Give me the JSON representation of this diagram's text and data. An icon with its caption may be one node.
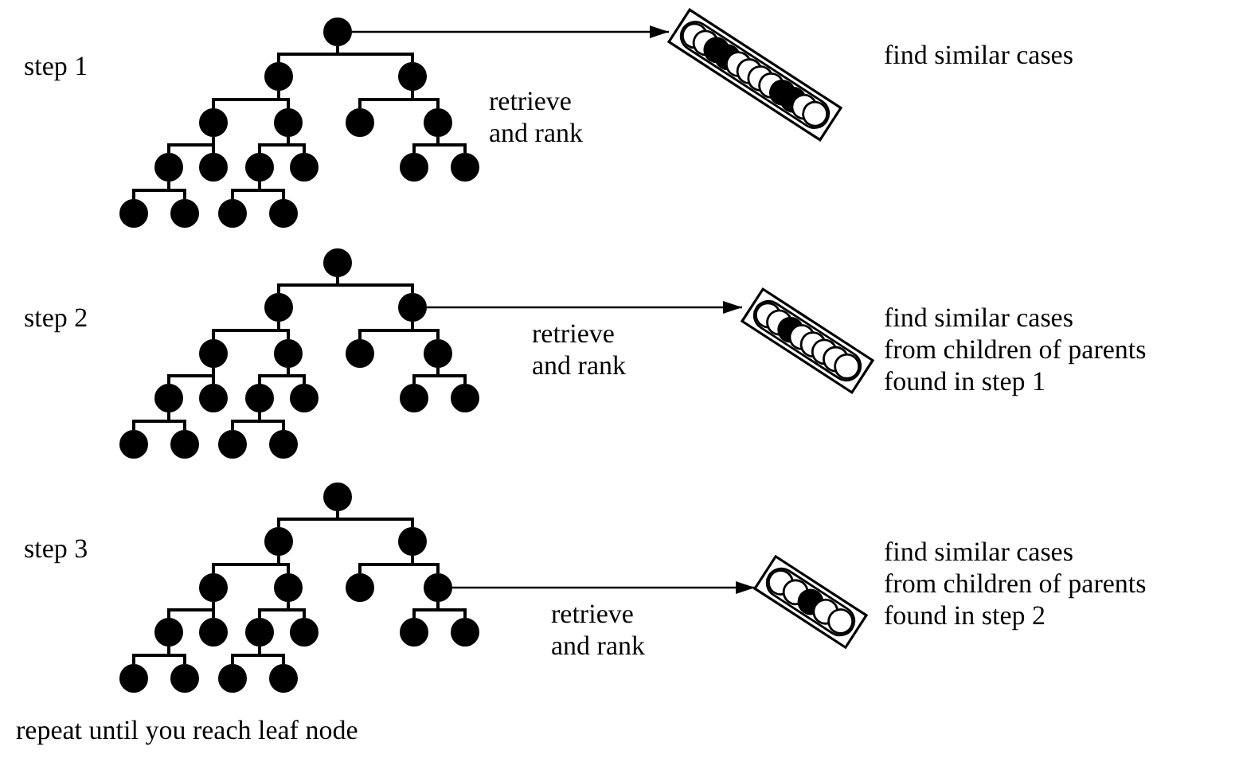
{
  "diagram": {
    "nodes": [
      {
        "text": [],
        "shape": "circle"
      },
      {
        "text": [],
        "shape": "circle"
      },
      {
        "text": [],
        "shape": "circle"
      },
      {
        "text": [],
        "shape": "circle"
      },
      {
        "text": [],
        "shape": "circle"
      },
      {
        "text": [],
        "shape": "circle"
      },
      {
        "text": [],
        "shape": "circle"
      },
      {
        "text": [],
        "shape": "circle"
      },
      {
        "text": [],
        "shape": "circle"
      },
      {
        "text": [],
        "shape": "circle"
      },
      {
        "text": [],
        "shape": "circle"
      },
      {
        "text": [],
        "shape": "circle"
      },
      {
        "text": [],
        "shape": "circle"
      },
      {
        "text": [],
        "shape": "circle"
      },
      {
        "text": [],
        "shape": "circle"
      },
      {
        "text": [],
        "shape": "circle"
      },
      {
        "text": [],
        "shape": "circle"
      },
      {
        "text": [],
        "shape": "box",
        "beside": [
          "find similar cases"
        ]
      },
      {
        "text": [],
        "shape": "circle"
      },
      {
        "text": [],
        "shape": "circle"
      },
      {
        "text": [],
        "shape": "circle"
      },
      {
        "text": [],
        "shape": "circle"
      },
      {
        "text": [],
        "shape": "circle"
      },
      {
        "text": [],
        "shape": "circle"
      },
      {
        "text": [],
        "shape": "circle"
      },
      {
        "text": [],
        "shape": "circle"
      },
      {
        "text": [],
        "shape": "circle"
      },
      {
        "text": [],
        "shape": "circle"
      },
      {
        "text": [],
        "shape": "circle"
      },
      {
        "text": [],
        "shape": "circle"
      },
      {
        "text": [],
        "shape": "circle"
      },
      {
        "text": [],
        "shape": "circle"
      },
      {
        "text": [],
        "shape": "circle"
      },
      {
        "text": [],
        "shape": "circle"
      },
      {
        "text": [],
        "shape": "circle"
      },
      {
        "text": [],
        "shape": "box",
        "beside": [
          "find similar cases",
          "from children of parents",
          "found in step 1"
        ]
      },
      {
        "text": [],
        "shape": "circle"
      },
      {
        "text": [],
        "shape": "circle"
      },
      {
        "text": [],
        "shape": "circle"
      },
      {
        "text": [],
        "shape": "circle"
      },
      {
        "text": [],
        "shape": "circle"
      },
      {
        "text": [],
        "shape": "circle"
      },
      {
        "text": [],
        "shape": "circle"
      },
      {
        "text": [],
        "shape": "circle"
      },
      {
        "text": [],
        "shape": "circle"
      },
      {
        "text": [],
        "shape": "circle"
      },
      {
        "text": [],
        "shape": "circle"
      },
      {
        "text": [],
        "shape": "circle"
      },
      {
        "text": [],
        "shape": "circle"
      },
      {
        "text": [],
        "shape": "circle"
      },
      {
        "text": [],
        "shape": "circle"
      },
      {
        "text": [],
        "shape": "circle"
      },
      {
        "text": [],
        "shape": "circle"
      },
      {
        "text": [],
        "shape": "box",
        "beside": [
          "find similar cases",
          "from children of parents",
          "found in step 2"
        ]
      }
    ],
    "edges": [
      {
        "from": 0,
        "to": 1,
        "arrow": "none"
      },
      {
        "from": 0,
        "to": 2,
        "arrow": "none"
      },
      {
        "from": 1,
        "to": 3,
        "arrow": "none"
      },
      {
        "from": 1,
        "to": 4,
        "arrow": "none"
      },
      {
        "from": 2,
        "to": 5,
        "arrow": "none"
      },
      {
        "from": 2,
        "to": 6,
        "arrow": "none"
      },
      {
        "from": 3,
        "to": 7,
        "arrow": "none"
      },
      {
        "from": 3,
        "to": 8,
        "arrow": "none"
      },
      {
        "from": 4,
        "to": 9,
        "arrow": "none"
      },
      {
        "from": 4,
        "to": 10,
        "arrow": "none"
      },
      {
        "from": 6,
        "to": 11,
        "arrow": "none"
      },
      {
        "from": 6,
        "to": 12,
        "arrow": "none"
      },
      {
        "from": 7,
        "to": 13,
        "arrow": "none"
      },
      {
        "from": 7,
        "to": 14,
        "arrow": "none"
      },
      {
        "from": 9,
        "to": 15,
        "arrow": "none"
      },
      {
        "from": 9,
        "to": 16,
        "arrow": "none"
      },
      {
        "from": 0,
        "to": 17,
        "arrow": "to",
        "label": "retrieve and rank"
      },
      {
        "from": 18,
        "to": 19,
        "arrow": "none"
      },
      {
        "from": 18,
        "to": 20,
        "arrow": "none"
      },
      {
        "from": 19,
        "to": 21,
        "arrow": "none"
      },
      {
        "from": 19,
        "to": 22,
        "arrow": "none"
      },
      {
        "from": 20,
        "to": 23,
        "arrow": "none"
      },
      {
        "from": 20,
        "to": 24,
        "arrow": "none"
      },
      {
        "from": 21,
        "to": 25,
        "arrow": "none"
      },
      {
        "from": 21,
        "to": 26,
        "arrow": "none"
      },
      {
        "from": 22,
        "to": 27,
        "arrow": "none"
      },
      {
        "from": 22,
        "to": 28,
        "arrow": "none"
      },
      {
        "from": 24,
        "to": 29,
        "arrow": "none"
      },
      {
        "from": 24,
        "to": 30,
        "arrow": "none"
      },
      {
        "from": 25,
        "to": 31,
        "arrow": "none"
      },
      {
        "from": 25,
        "to": 32,
        "arrow": "none"
      },
      {
        "from": 27,
        "to": 33,
        "arrow": "none"
      },
      {
        "from": 27,
        "to": 34,
        "arrow": "none"
      },
      {
        "from": 20,
        "to": 35,
        "arrow": "to",
        "label": "retrieve and rank"
      },
      {
        "from": 36,
        "to": 37,
        "arrow": "none"
      },
      {
        "from": 36,
        "to": 38,
        "arrow": "none"
      },
      {
        "from": 37,
        "to": 39,
        "arrow": "none"
      },
      {
        "from": 37,
        "to": 40,
        "arrow": "none"
      },
      {
        "from": 38,
        "to": 41,
        "arrow": "none"
      },
      {
        "from": 38,
        "to": 42,
        "arrow": "none"
      },
      {
        "from": 39,
        "to": 43,
        "arrow": "none"
      },
      {
        "from": 39,
        "to": 44,
        "arrow": "none"
      },
      {
        "from": 40,
        "to": 45,
        "arrow": "none"
      },
      {
        "from": 40,
        "to": 46,
        "arrow": "none"
      },
      {
        "from": 42,
        "to": 47,
        "arrow": "none"
      },
      {
        "from": 42,
        "to": 48,
        "arrow": "none"
      },
      {
        "from": 43,
        "to": 49,
        "arrow": "none"
      },
      {
        "from": 43,
        "to": 50,
        "arrow": "none"
      },
      {
        "from": 45,
        "to": 51,
        "arrow": "none"
      },
      {
        "from": 45,
        "to": 52,
        "arrow": "none"
      },
      {
        "from": 42,
        "to": 53,
        "arrow": "to",
        "label": "retrieve and rank"
      }
    ],
    "labels": [
      "step 1",
      "step 2",
      "step 3",
      "repeat until you reach leaf node"
    ]
  }
}
